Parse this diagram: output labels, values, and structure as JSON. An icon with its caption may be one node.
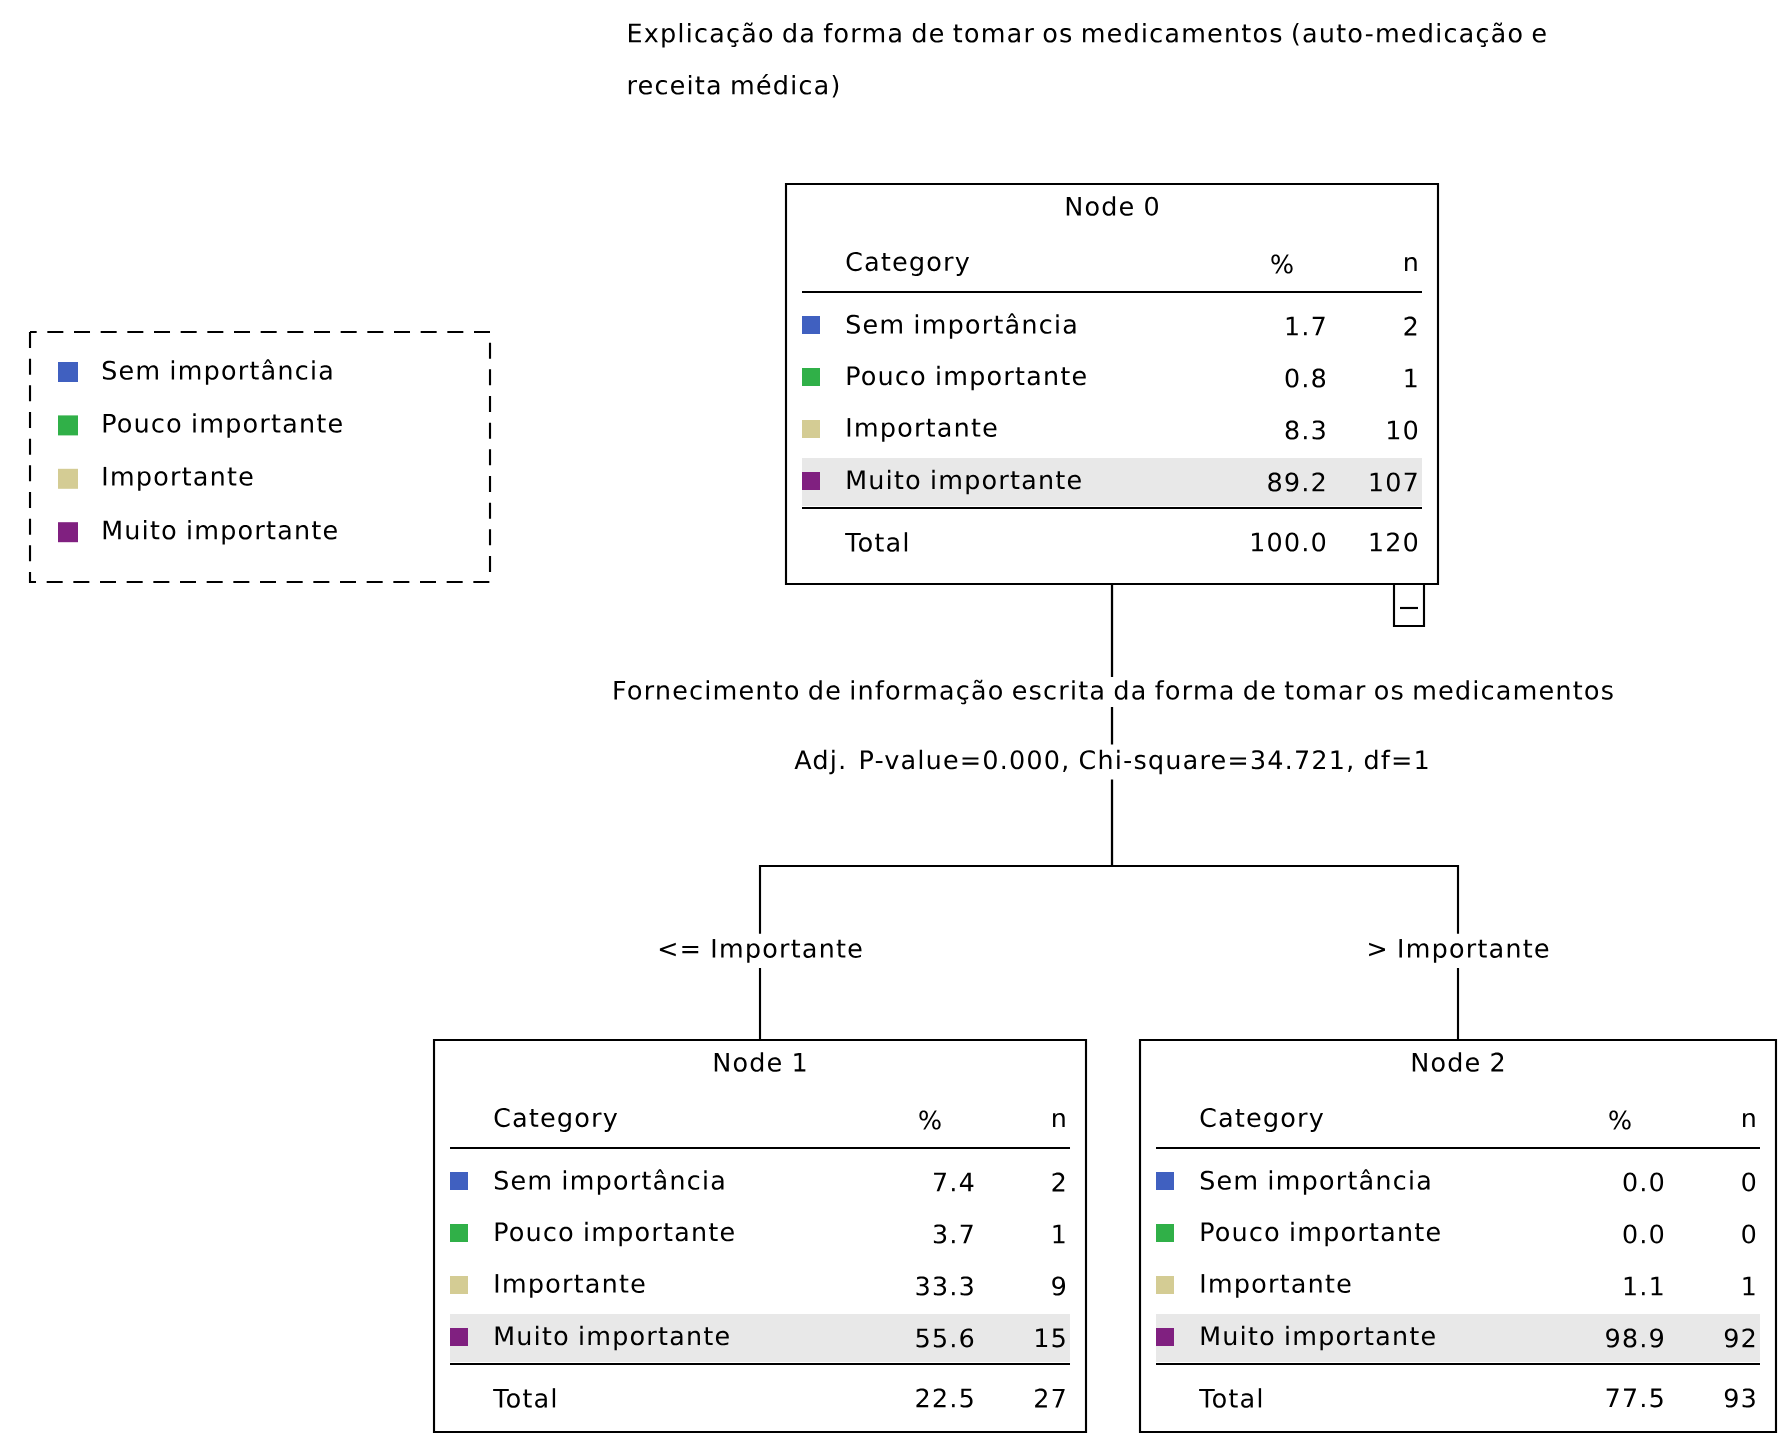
{
  "diagram": {
    "title": "Explicação da forma de tomar os medicamentos (auto-medicação e receita médica)",
    "nodes": [
      {
        "text": [
          "Node 0",
          "Category",
          "%",
          "n",
          "Sem importância",
          "1.7",
          "2",
          "Pouco importante",
          "0.8",
          "1",
          "Importante",
          "8.3",
          "10",
          "Muito importante",
          "89.2",
          "107",
          "Total",
          "100.0",
          "120"
        ],
        "beside": [
          "Fornecimento de informação escrita da forma de tomar os medicamentos",
          "Adj. P-value=0.000, Chi-square=34.721, df=1"
        ]
      },
      {
        "text": [
          "Node 1",
          "Category",
          "%",
          "n",
          "Sem importância",
          "7.4",
          "2",
          "Pouco importante",
          "3.7",
          "1",
          "Importante",
          "33.3",
          "9",
          "Muito importante",
          "55.6",
          "15",
          "Total",
          "22.5",
          "27"
        ]
      },
      {
        "text": [
          "Node 2",
          "Category",
          "%",
          "n",
          "Sem importância",
          "0.0",
          "0",
          "Pouco importante",
          "0.0",
          "0",
          "Importante",
          "1.1",
          "1",
          "Muito importante",
          "98.9",
          "92",
          "Total",
          "77.5",
          "93"
        ]
      }
    ],
    "edges": [
      {
        "from": 0,
        "to": 1,
        "arrow": "none",
        "label": "<= Importante"
      },
      {
        "from": 0,
        "to": 2,
        "arrow": "none",
        "label": "> Importante"
      }
    ],
    "legend": [
      {
        "text": "Sem importância",
        "color": "#4060c0"
      },
      {
        "text": "Pouco importante",
        "color": "#30b048"
      },
      {
        "text": "Importante",
        "color": "#d4cc94"
      },
      {
        "text": "Muito importante",
        "color": "#802080"
      }
    ]
  }
}
